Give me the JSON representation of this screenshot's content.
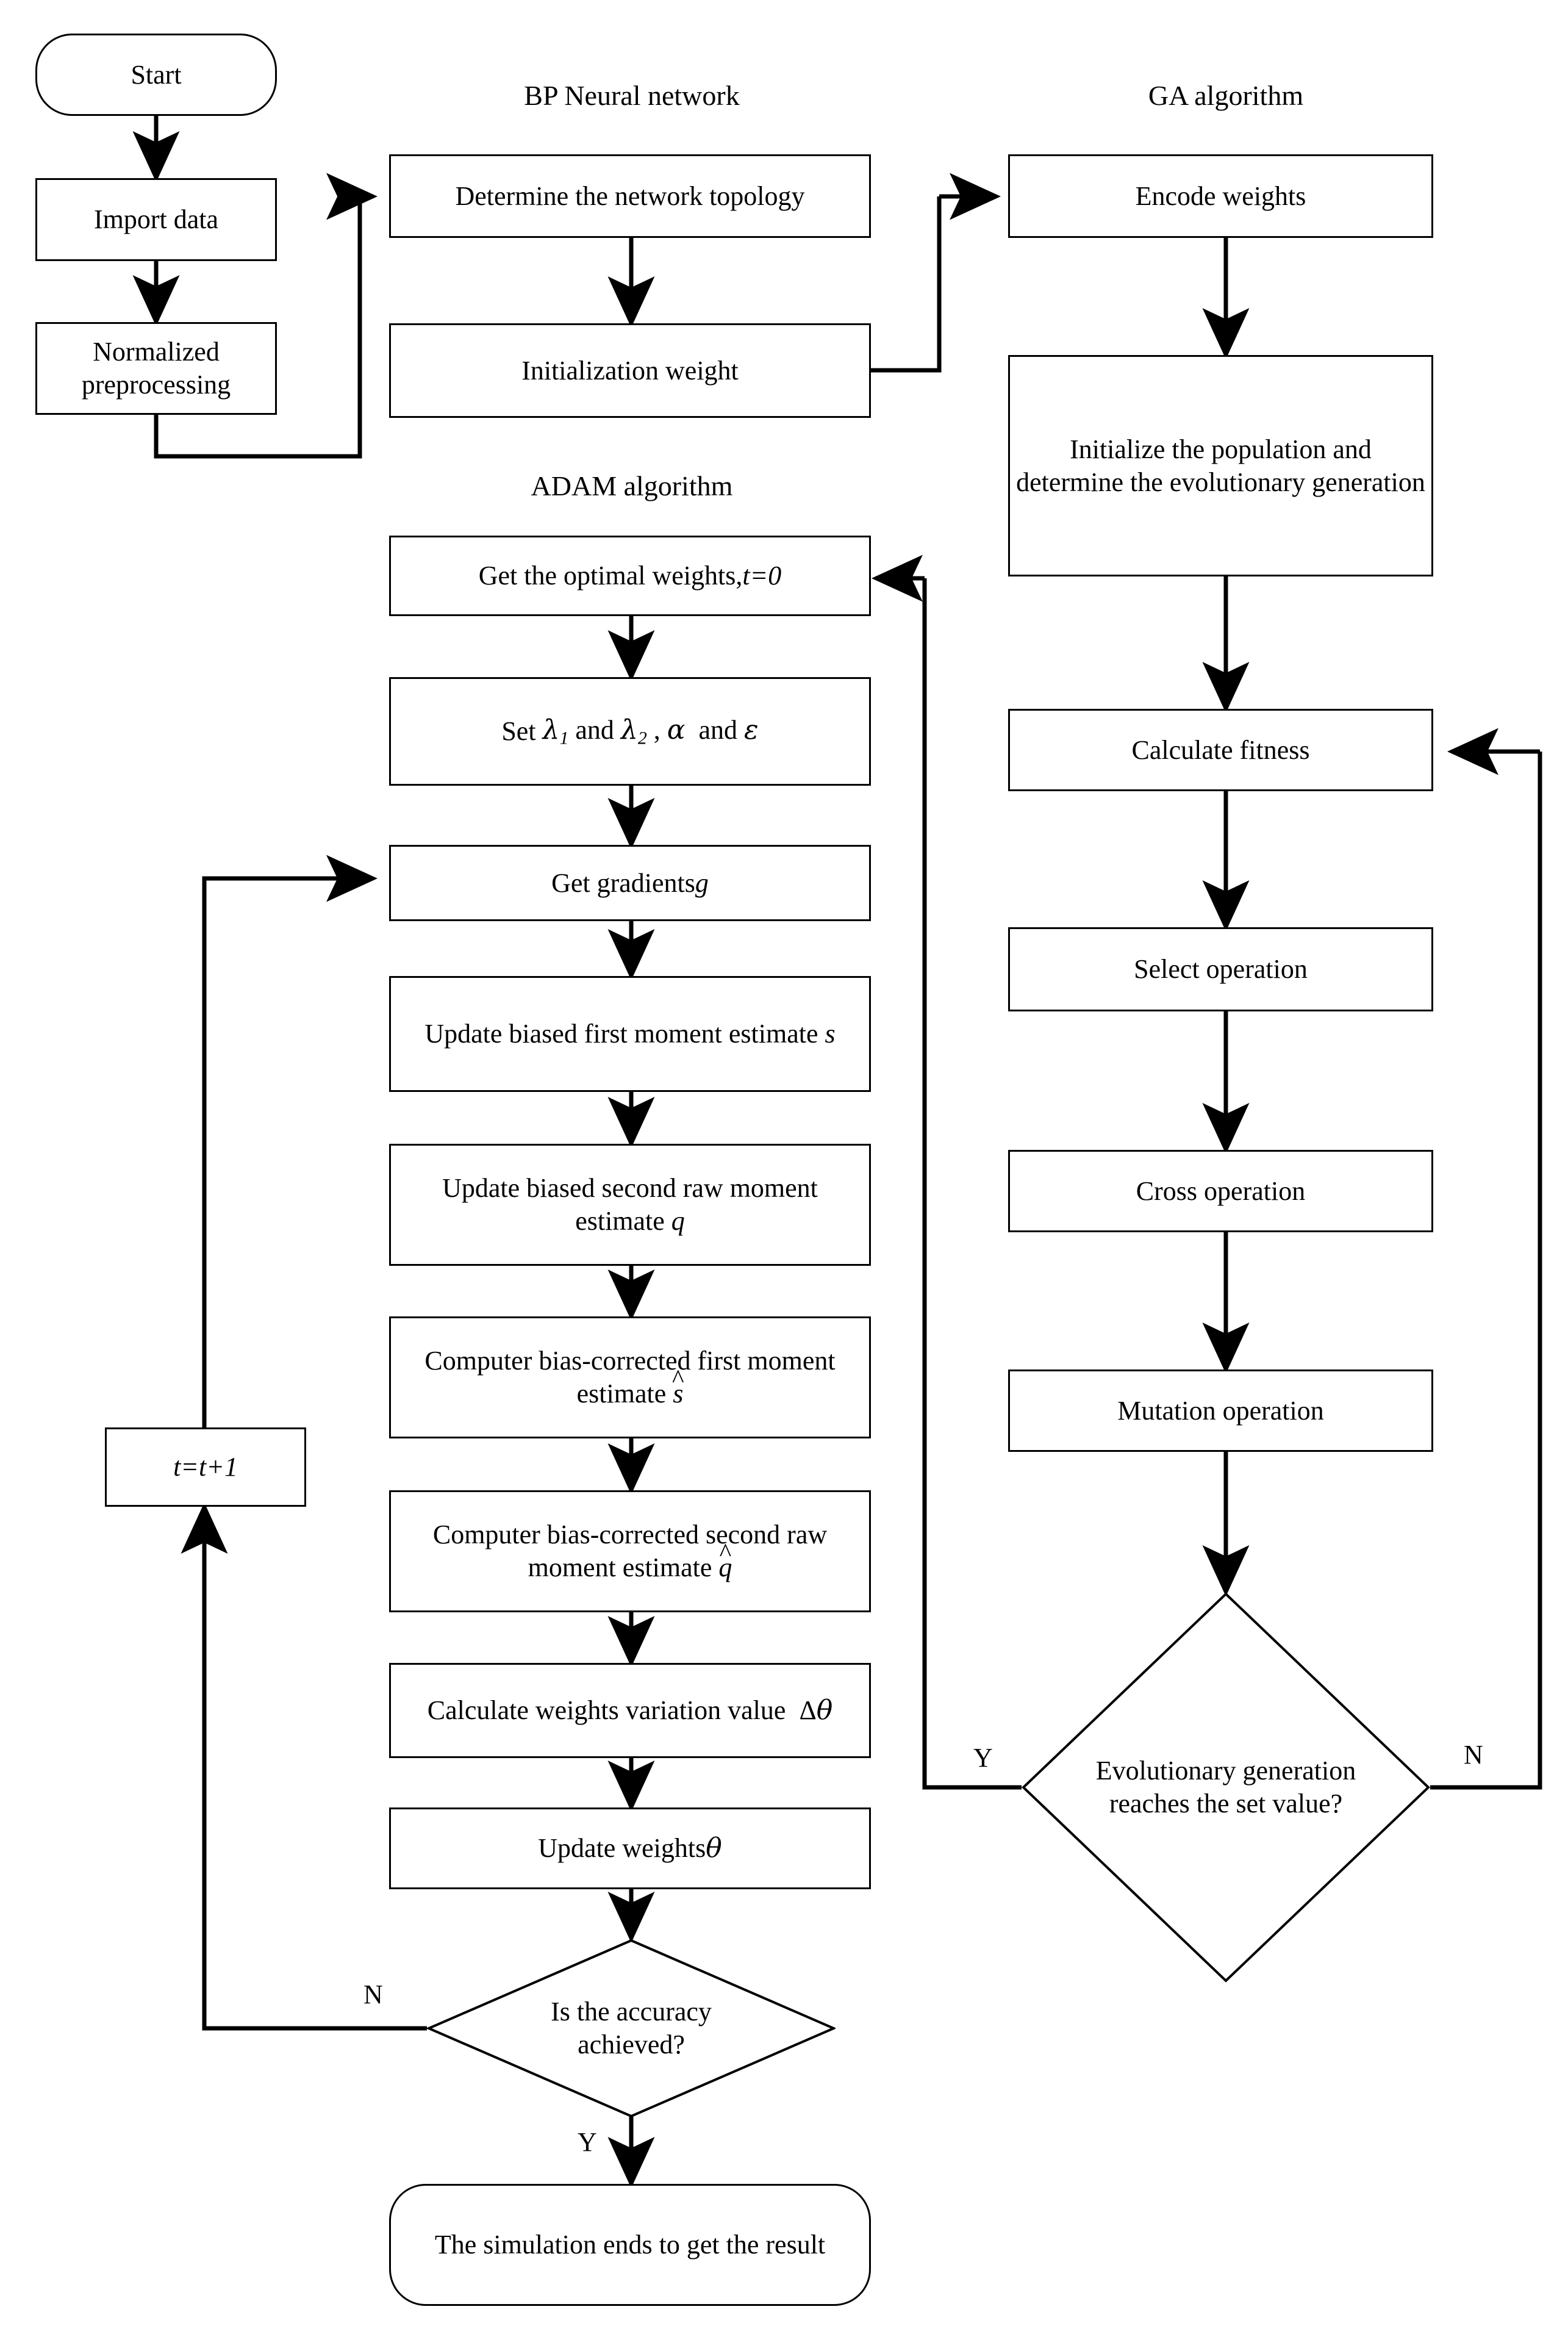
{
  "diagram": {
    "title": "Hybrid GA-BP-ADAM neural network training flowchart",
    "background_color": "#ffffff",
    "line_color": "#000000"
  },
  "section_titles": {
    "bp": "BP Neural network",
    "ga": "GA algorithm",
    "adam": "ADAM algorithm"
  },
  "nodes": {
    "start": "Start",
    "import_data": "Import data",
    "normalized_preprocessing": "Normalized\npreprocessing",
    "determine_topology": "Determine the network topology",
    "initialization_weight": "Initialization weight",
    "encode_weights": "Encode weights",
    "initialize_population": "Initialize the population and determine the evolutionary generation",
    "calculate_fitness": "Calculate fitness",
    "select_operation": "Select operation",
    "cross_operation": "Cross operation",
    "mutation_operation": "Mutation operation",
    "evolutionary_decision": "Evolutionary generation reaches the set value?",
    "get_optimal_weights_prefix": "Get the optimal weights, ",
    "get_optimal_weights_math": "t=0",
    "set_params_prefix": "Set ",
    "set_params_math": "λ1 and λ2 , α and ε",
    "get_gradients_prefix": "Get gradients ",
    "get_gradients_math": "g",
    "update_first_moment_prefix": "Update biased first moment estimate ",
    "update_first_moment_math": "s",
    "update_second_moment_prefix": "Update biased second raw moment estimate ",
    "update_second_moment_math": "q",
    "bias_corrected_first_prefix": "Computer bias-corrected first moment estimate ",
    "bias_corrected_first_math": "ŝ",
    "bias_corrected_second_prefix": "Computer bias-corrected second raw moment estimate ",
    "bias_corrected_second_math": "q̂",
    "calculate_variation_prefix": "Calculate weights variation value ",
    "calculate_variation_math": "Δθ",
    "update_weights_prefix": "Update weights ",
    "update_weights_math": "θ",
    "t_increment": "t=t+1",
    "accuracy_decision": "Is the accuracy achieved?",
    "end": "The simulation ends to get the result"
  },
  "edge_labels": {
    "accuracy_no": "N",
    "accuracy_yes": "Y",
    "evolution_yes": "Y",
    "evolution_no": "N"
  }
}
